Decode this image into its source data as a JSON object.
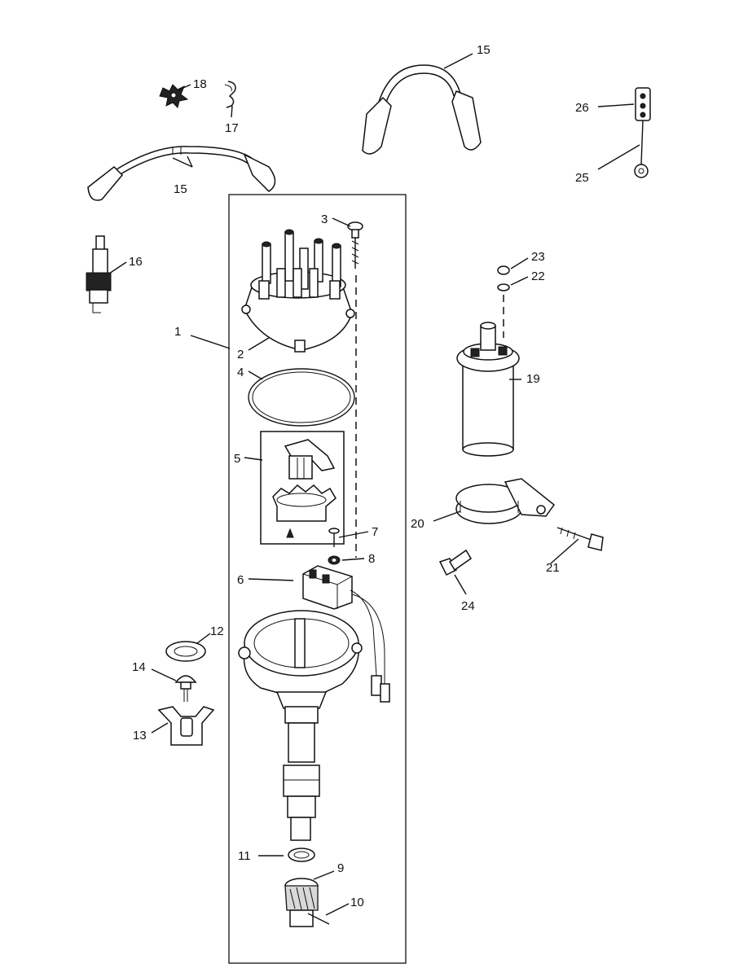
{
  "labels": {
    "p1": "1",
    "p2": "2",
    "p3": "3",
    "p4": "4",
    "p5": "5",
    "p6": "6",
    "p7": "7",
    "p8": "8",
    "p9": "9",
    "p10": "10",
    "p11": "11",
    "p12": "12",
    "p13": "13",
    "p14": "14",
    "p15a": "15",
    "p15b": "15",
    "p16": "16",
    "p17": "17",
    "p18": "18",
    "p19": "19",
    "p20": "20",
    "p21": "21",
    "p22": "22",
    "p23": "23",
    "p24": "24",
    "p25": "25",
    "p26": "26"
  },
  "colors": {
    "ink": "#111111",
    "paper": "#ffffff"
  }
}
